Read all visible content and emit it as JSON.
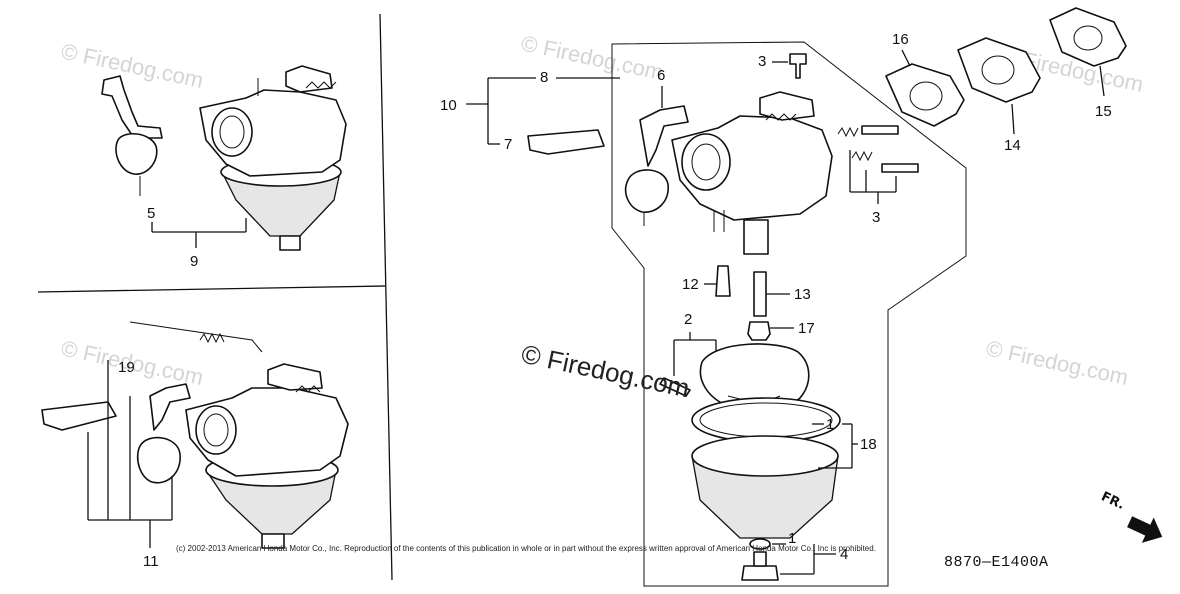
{
  "callouts": {
    "c1a": "1",
    "c1b": "1",
    "c2": "2",
    "c3a": "3",
    "c3b": "3",
    "c4": "4",
    "c5": "5",
    "c6": "6",
    "c7": "7",
    "c8": "8",
    "c9": "9",
    "c10": "10",
    "c11": "11",
    "c12": "12",
    "c13": "13",
    "c14": "14",
    "c15": "15",
    "c16": "16",
    "c17": "17",
    "c18": "18",
    "c19": "19"
  },
  "watermark": {
    "center": "© Firedog.com",
    "faint": "© Firedog.com"
  },
  "copyright": "(c) 2002-2013 American Honda Motor Co., Inc. Reproduction of the contents of this publication in whole or in part without the express written approval of American Honda Motor Co., Inc is prohibited.",
  "diagram_code": "8870—E1400A",
  "front_indicator": "FR."
}
